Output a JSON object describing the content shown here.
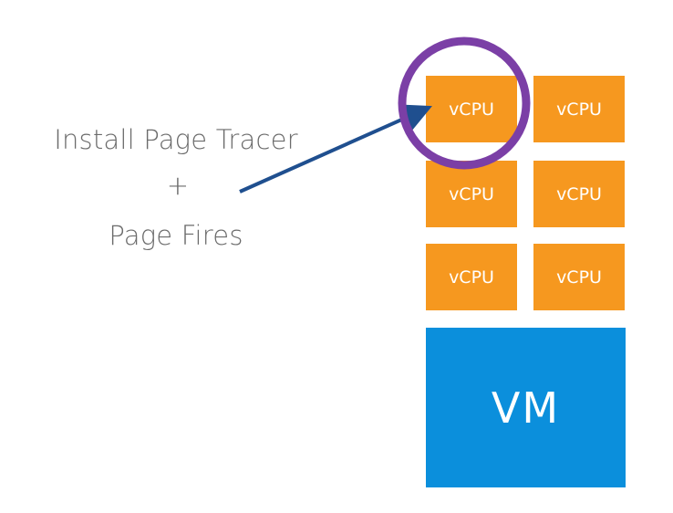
{
  "caption": {
    "line1": "Install Page Tracer",
    "plus": "+",
    "line2": "Page Fires"
  },
  "vcpus": [
    "vCPU",
    "vCPU",
    "vCPU",
    "vCPU",
    "vCPU",
    "vCPU"
  ],
  "vm": {
    "label": "VM"
  },
  "colors": {
    "vcpu": "#f6981f",
    "vm": "#0b8fdc",
    "highlight_circle": "#7b3fa6",
    "arrow": "#1f4f8f",
    "caption_text": "#6b6b6b"
  }
}
